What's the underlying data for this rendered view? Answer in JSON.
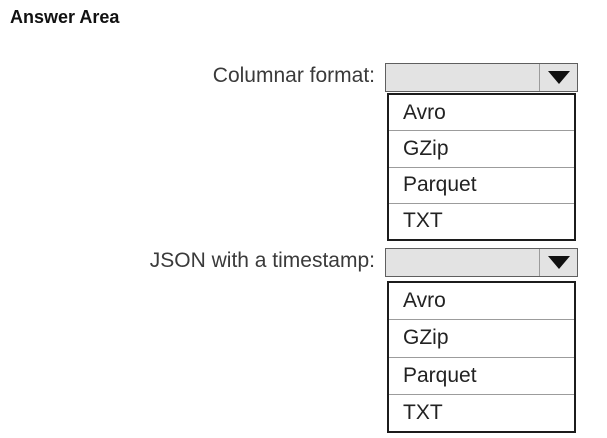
{
  "page": {
    "title": "Answer Area"
  },
  "colors": {
    "dropdown_fill": "#e3e3e3",
    "dropdown_border": "#5f5f5f",
    "list_border": "#1c1c1c",
    "row_separator": "#9c9c9c",
    "label_text": "#3a3a3a",
    "option_text": "#222222",
    "arrow": "#101010"
  },
  "icons": {
    "dropdown_arrow": "triangle-down"
  },
  "questions": [
    {
      "label": "Columnar format:",
      "selected_value": "",
      "options": [
        "Avro",
        "GZip",
        "Parquet",
        "TXT"
      ]
    },
    {
      "label": "JSON with a timestamp:",
      "selected_value": "",
      "options": [
        "Avro",
        "GZip",
        "Parquet",
        "TXT"
      ]
    }
  ]
}
